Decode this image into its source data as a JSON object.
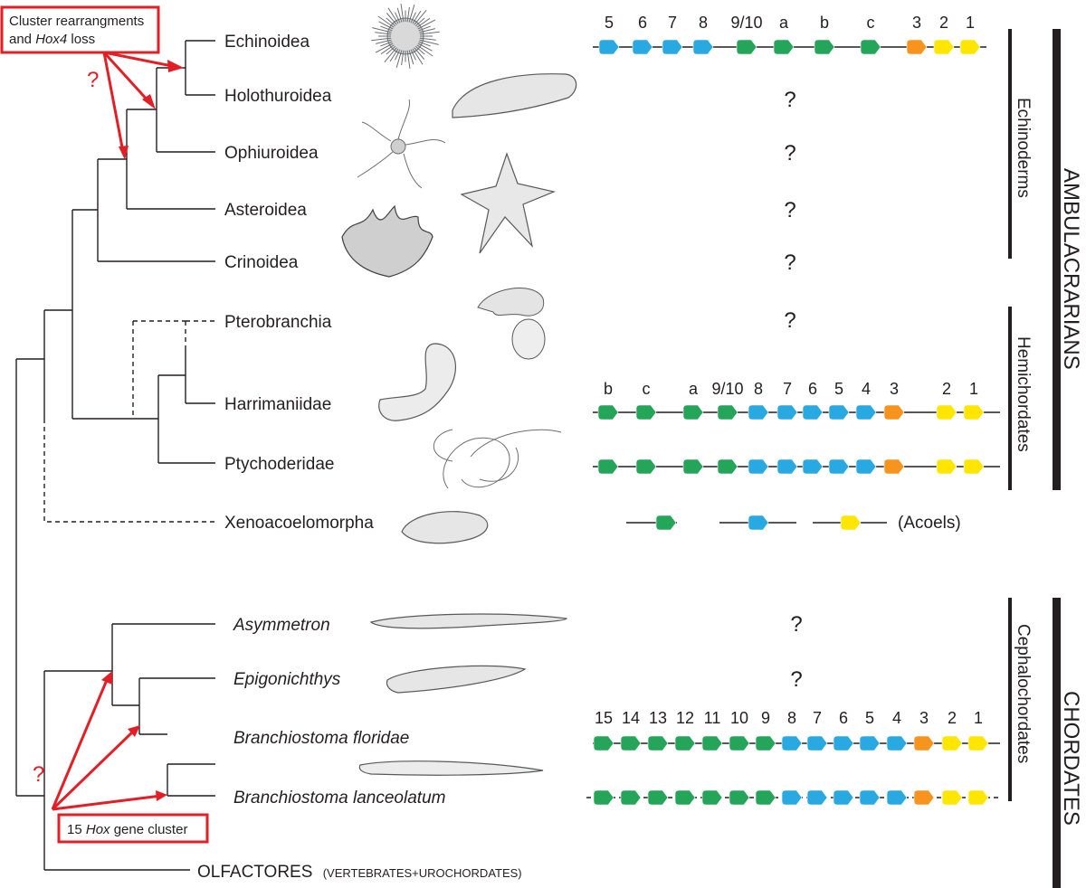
{
  "annotations": {
    "top_box_line1": "Cluster rearrangments",
    "top_box_line2_prefix": "and ",
    "top_box_line2_italic": "Hox4",
    "top_box_line2_suffix": " loss",
    "bottom_box_prefix": "15 ",
    "bottom_box_italic": "Hox",
    "bottom_box_suffix": " gene cluster",
    "question_mark": "?"
  },
  "taxa": {
    "echinoidea": "Echinoidea",
    "holothuroidea": "Holothuroidea",
    "ophiuroidea": "Ophiuroidea",
    "asteroidea": "Asteroidea",
    "crinoidea": "Crinoidea",
    "pterobranchia": "Pterobranchia",
    "harrimaniidae": "Harrimaniidae",
    "ptychoderidae": "Ptychoderidae",
    "xenoacoelomorpha": "Xenoacoelomorpha",
    "asymmetron": "Asymmetron",
    "epigonichthys": "Epigonichthys",
    "b_floridae": "Branchiostoma floridae",
    "b_lanceolatum": "Branchiostoma lanceolatum",
    "olfactores_main": "OLFACTORES",
    "olfactores_sub": "(VERTEBRATES+UROCHORDATES)"
  },
  "groups": {
    "echinoderms": "Echinoderms",
    "hemichordates": "Hemichordates",
    "cephalochordates": "Cephalochordates",
    "ambulacrarians": "AMBULACRARIANS",
    "chordates": "CHORDATES"
  },
  "colors": {
    "blue": "#29a9e1",
    "green": "#24a559",
    "orange": "#f7941d",
    "yellow": "#ffe600",
    "red": "#e31e24"
  },
  "unknown_mark": "?",
  "acoel_note": "(Acoels)",
  "clusters": {
    "echinoidea": {
      "labels": [
        "5",
        "6",
        "7",
        "8",
        "9/10",
        "a",
        "b",
        "c",
        "3",
        "2",
        "1"
      ],
      "colors": [
        "blue",
        "blue",
        "blue",
        "blue",
        "green",
        "green",
        "green",
        "green",
        "orange",
        "yellow",
        "yellow"
      ]
    },
    "harrimaniidae": {
      "labels": [
        "b",
        "c",
        "a",
        "9/10",
        "8",
        "7",
        "6",
        "5",
        "4",
        "3",
        "2",
        "1"
      ],
      "colors": [
        "green",
        "green",
        "green",
        "green",
        "blue",
        "blue",
        "blue",
        "blue",
        "blue",
        "orange",
        "yellow",
        "yellow"
      ]
    },
    "ptychoderidae": {
      "colors": [
        "green",
        "green",
        "green",
        "green",
        "blue",
        "blue",
        "blue",
        "blue",
        "blue",
        "orange",
        "yellow",
        "yellow"
      ]
    },
    "acoels": {
      "colors": [
        "green",
        "blue",
        "yellow"
      ]
    },
    "b_floridae": {
      "labels": [
        "15",
        "14",
        "13",
        "12",
        "11",
        "10",
        "9",
        "8",
        "7",
        "6",
        "5",
        "4",
        "3",
        "2",
        "1"
      ],
      "colors": [
        "green",
        "green",
        "green",
        "green",
        "green",
        "green",
        "green",
        "blue",
        "blue",
        "blue",
        "blue",
        "blue",
        "orange",
        "yellow",
        "yellow"
      ]
    },
    "b_lanceolatum": {
      "colors": [
        "green",
        "green",
        "green",
        "green",
        "green",
        "green",
        "green",
        "blue",
        "blue",
        "blue",
        "blue",
        "blue",
        "orange",
        "yellow",
        "yellow"
      ]
    }
  }
}
